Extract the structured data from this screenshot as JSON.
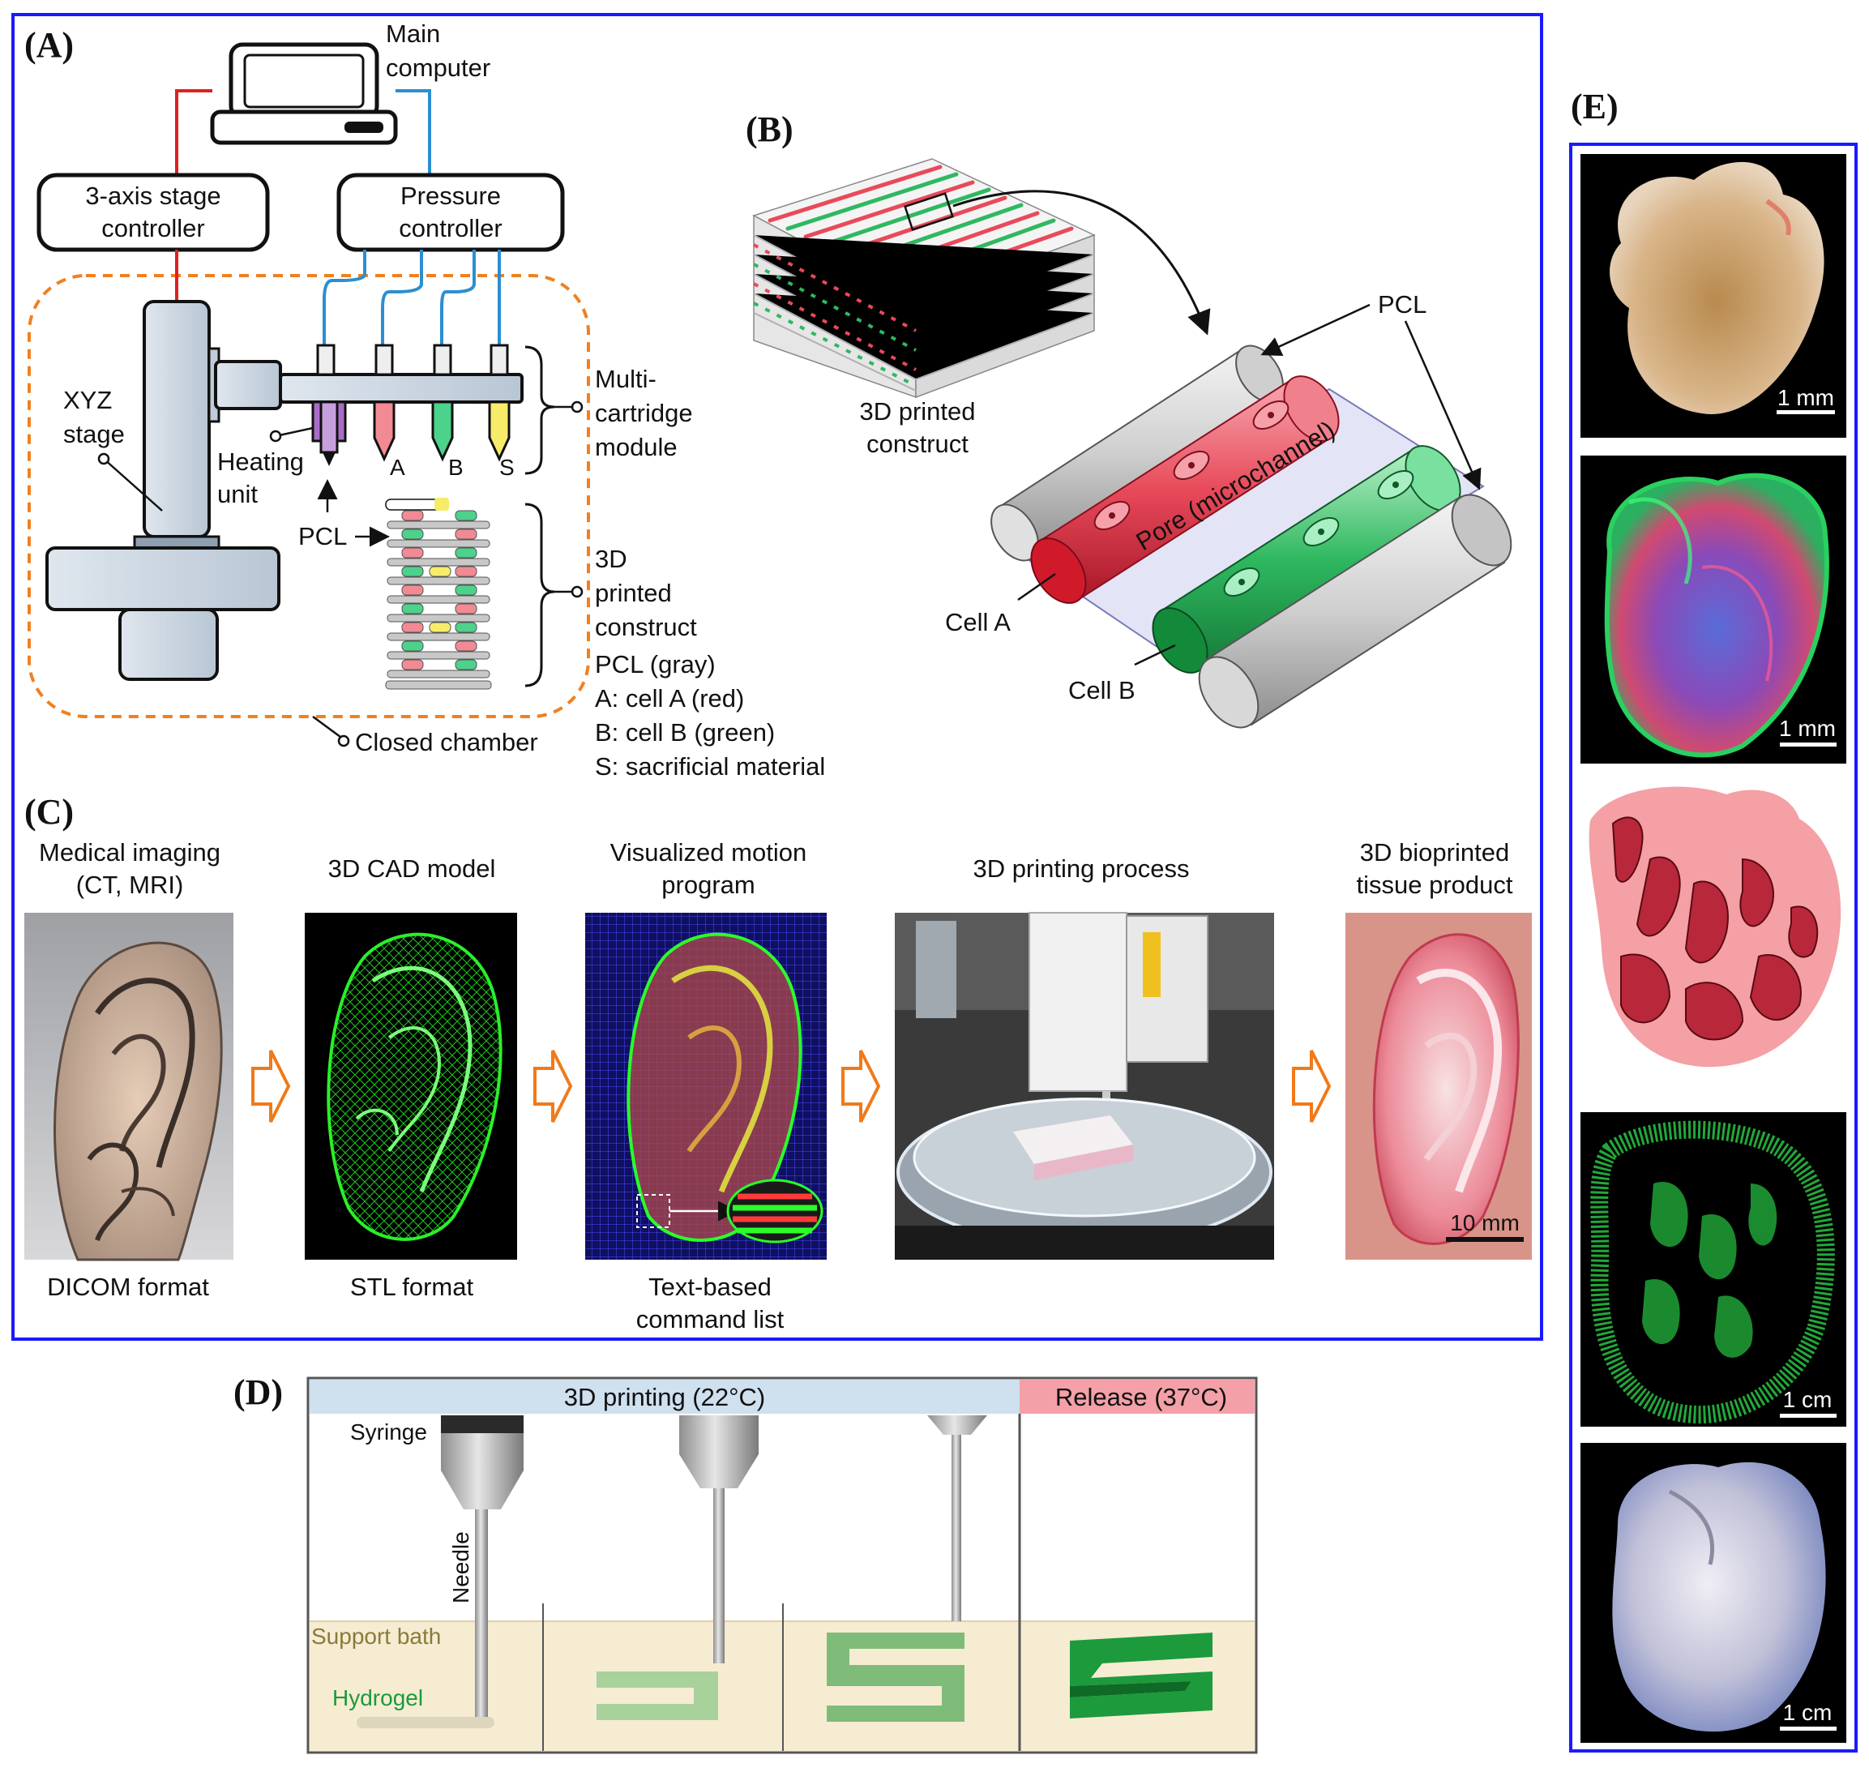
{
  "panels": {
    "a": {
      "letter": "(A)",
      "main_computer": [
        "Main",
        "computer"
      ],
      "stage_controller": [
        "3-axis stage",
        "controller"
      ],
      "pressure_controller": [
        "Pressure",
        "controller"
      ],
      "xyz_stage": [
        "XYZ",
        "stage"
      ],
      "heating_unit": [
        "Heating",
        "unit"
      ],
      "cartridges": [
        "A",
        "B",
        "S"
      ],
      "multi_cartridge": [
        "Multi-",
        "cartridge",
        "module"
      ],
      "pcl": "PCL",
      "printed_construct": [
        "3D",
        "printed",
        "construct"
      ],
      "legend": [
        "PCL (gray)",
        "A: cell A (red)",
        "B: cell B (green)",
        "S: sacrificial material"
      ],
      "closed_chamber": "Closed chamber"
    },
    "b": {
      "letter": "(B)",
      "construct": [
        "3D printed",
        "construct"
      ],
      "pcl": "PCL",
      "pore": "Pore (microchannel)",
      "cell_a": "Cell A",
      "cell_b": "Cell B"
    },
    "c": {
      "letter": "(C)",
      "steps": [
        {
          "title": [
            "Medical imaging",
            "(CT, MRI)"
          ],
          "caption": [
            "DICOM format"
          ]
        },
        {
          "title": [
            "3D CAD model"
          ],
          "caption": [
            "STL format"
          ]
        },
        {
          "title": [
            "Visualized motion",
            "program"
          ],
          "caption": [
            "Text-based",
            "command list"
          ]
        },
        {
          "title": [
            "3D printing process"
          ],
          "caption": []
        },
        {
          "title": [
            "3D bioprinted",
            "tissue product"
          ],
          "caption": []
        }
      ],
      "scale_bar": "10 mm"
    },
    "d": {
      "letter": "(D)",
      "printing": "3D printing (22°C)",
      "release": "Release (37°C)",
      "syringe": "Syringe",
      "needle": "Needle",
      "support_bath": "Support bath",
      "hydrogel": "Hydrogel"
    },
    "e": {
      "letter": "(E)",
      "scale_bars": [
        "1 mm",
        "1 mm",
        "1 cm",
        "1 cm"
      ]
    }
  },
  "colors": {
    "frame_blue": "#1a1aff",
    "chamber_orange": "#f08020",
    "wire_red": "#e02020",
    "wire_blue": "#2a8fd0",
    "cell_red": "#e84a5a",
    "cell_green": "#2fb860",
    "sacrificial_yellow": "#f2e25a",
    "pcl_gray": "#c8c8c8",
    "printing_header": "#cfe0ee",
    "release_header": "#f4a0a8",
    "support_bath": "#f6ecd2"
  }
}
